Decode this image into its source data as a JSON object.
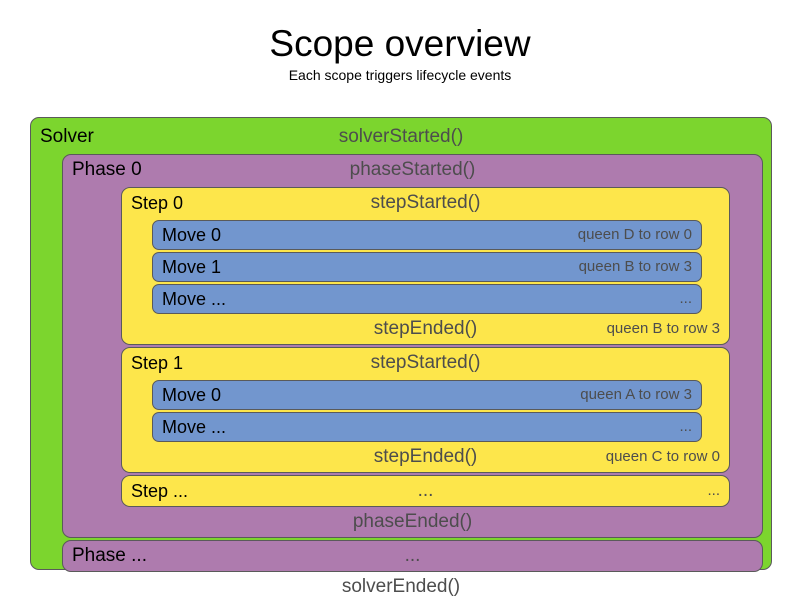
{
  "heading": {
    "title": "Scope overview",
    "subtitle": "Each scope triggers lifecycle events"
  },
  "colors": {
    "solver": "#7CD52E",
    "phase": "#AE7BAE",
    "step": "#FDE64B",
    "move": "#7296CE",
    "border": "#5A5A5A",
    "event_text": "#4D4D4D",
    "label_text": "#000000",
    "background": "#FFFFFF"
  },
  "solver": {
    "label": "Solver",
    "started_event": "solverStarted()",
    "ended_event": "solverEnded()",
    "phases": [
      {
        "label": "Phase 0",
        "started_event": "phaseStarted()",
        "ended_event": "phaseEnded()",
        "steps": [
          {
            "label": "Step 0",
            "started_event": "stepStarted()",
            "ended_event": "stepEnded()",
            "ended_detail": "queen B to row 3",
            "moves": [
              {
                "label": "Move 0",
                "detail": "queen D to row 0"
              },
              {
                "label": "Move 1",
                "detail": "queen B to row 3"
              },
              {
                "label": "Move ...",
                "detail": "..."
              }
            ]
          },
          {
            "label": "Step 1",
            "started_event": "stepStarted()",
            "ended_event": "stepEnded()",
            "ended_detail": "queen C to row 0",
            "moves": [
              {
                "label": "Move 0",
                "detail": "queen A to row 3"
              },
              {
                "label": "Move ...",
                "detail": "..."
              }
            ]
          },
          {
            "label": "Step ...",
            "started_event": "...",
            "ended_event": "",
            "ended_detail": "",
            "collapsed_detail": "...",
            "moves": []
          }
        ]
      },
      {
        "label": "Phase ...",
        "started_event": "...",
        "ended_event": "",
        "collapsed": true,
        "steps": []
      }
    ]
  }
}
